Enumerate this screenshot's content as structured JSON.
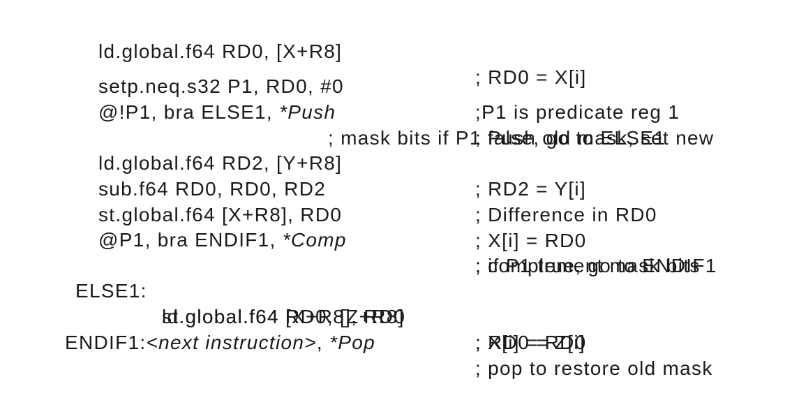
{
  "listing": {
    "lines": [
      {
        "label": "",
        "code": "ld.global.f64 RD0, [X+R8]",
        "annotation": "",
        "comment": "; RD0 = X[i]"
      },
      {
        "label": "",
        "code": "setp.neq.s32 P1, RD0, #0",
        "annotation": "",
        "comment": ";P1 is predicate reg 1"
      },
      {
        "label": "",
        "code": "@!P1, bra ELSE1, ",
        "annotation": "*Push",
        "comment": "; Push old mask, set new"
      },
      {
        "label": "",
        "code": "",
        "annotation": "",
        "comment": "; mask bits if P1 false, go to ELSE1"
      },
      {
        "label": "",
        "code": "ld.global.f64 RD2, [Y+R8]",
        "annotation": "",
        "comment": "; RD2 = Y[i]"
      },
      {
        "label": "",
        "code": "sub.f64 RD0, RD0, RD2",
        "annotation": "",
        "comment": "; Difference in RD0"
      },
      {
        "label": "",
        "code": "st.global.f64 [X+R8], RD0",
        "annotation": "",
        "comment": "; X[i] = RD0"
      },
      {
        "label": "",
        "code": "@P1, bra ENDIF1, ",
        "annotation": "*Comp",
        "comment": "; complement mask bits"
      },
      {
        "label": "",
        "code": "",
        "annotation": "",
        "comment": "; if P1 true, go to ENDIF1"
      },
      {
        "label": "ELSE1:",
        "code": "ld.global.f64 RD0, [Z+R8]",
        "annotation": "",
        "comment": "; RD0 = Z[i]"
      },
      {
        "label": "",
        "code": "st.global.f64 [X+R8], RD0",
        "annotation": "",
        "comment": "; X[i] = RD0"
      },
      {
        "label": "ENDIF1:",
        "code": "<next instruction>",
        "annotation": ", *Pop",
        "comment": "; pop to restore old mask"
      }
    ]
  }
}
